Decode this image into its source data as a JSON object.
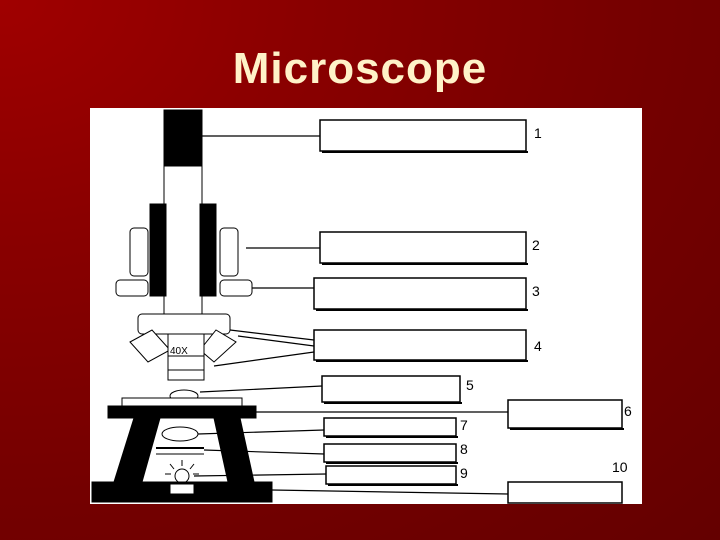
{
  "title": "Microscope",
  "lens_label": "40X",
  "labels": [
    "1",
    "2",
    "3",
    "4",
    "5",
    "6",
    "7",
    "8",
    "9",
    "10"
  ],
  "colors": {
    "background": "#7a0000",
    "title": "#fff2c8",
    "panel": "#ffffff",
    "ink": "#000000"
  }
}
